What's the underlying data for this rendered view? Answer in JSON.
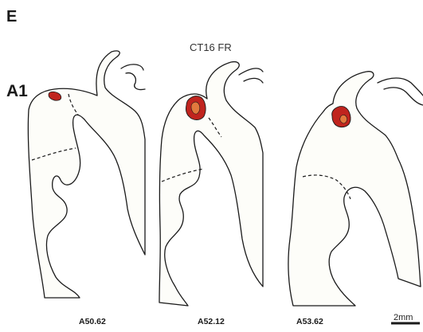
{
  "panel": {
    "letter": "E",
    "title": "CT16 FR",
    "area_label": "A1"
  },
  "sections": [
    {
      "label": "A50.62"
    },
    {
      "label": "A52.12"
    },
    {
      "label": "A53.62"
    }
  ],
  "scale_bar": {
    "label": "2mm"
  },
  "colors": {
    "outer_region": "#c0241e",
    "inner_region": "#e2793d",
    "outline": "#1a1a1a",
    "tissue_fill": "#fdfdf9"
  }
}
